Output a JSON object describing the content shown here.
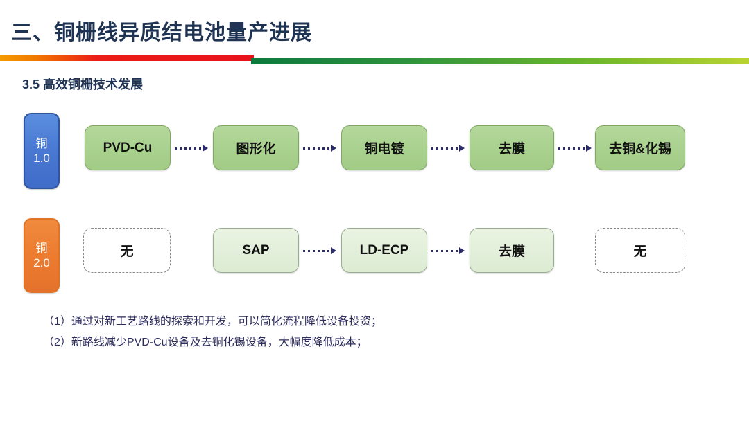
{
  "slide": {
    "title": "三、铜栅线异质结电池量产进展",
    "subtitle": "3.5 高效铜栅技术发展",
    "title_color": "#1f3353",
    "divider": {
      "warm_colors": [
        "#f59a00",
        "#ec1c16"
      ],
      "green_colors": [
        "#0c7a3d",
        "#b9d430"
      ]
    }
  },
  "flows": [
    {
      "id": "cu-1-0",
      "badge": {
        "line1": "铜",
        "line2": "1.0",
        "color": "#4a7ad4",
        "border_color": "#2f55a0"
      },
      "steps": [
        {
          "label": "PVD-Cu",
          "style": "green-dark",
          "arrow_after": true
        },
        {
          "label": "图形化",
          "style": "green-dark",
          "arrow_after": true
        },
        {
          "label": "铜电镀",
          "style": "green-dark",
          "arrow_after": true
        },
        {
          "label": "去膜",
          "style": "green-dark",
          "arrow_after": true
        },
        {
          "label": "去铜&化锡",
          "style": "green-dark",
          "arrow_after": false
        }
      ]
    },
    {
      "id": "cu-2-0",
      "badge": {
        "line1": "铜",
        "line2": "2.0",
        "color": "#ed7d31",
        "border_color": "#df7326"
      },
      "steps": [
        {
          "label": "无",
          "style": "dashed",
          "arrow_after": false
        },
        {
          "label": "SAP",
          "style": "green-light",
          "arrow_after": true
        },
        {
          "label": "LD-ECP",
          "style": "green-light",
          "arrow_after": true
        },
        {
          "label": "去膜",
          "style": "green-light",
          "arrow_after": false
        },
        {
          "label": "无",
          "style": "dashed",
          "arrow_after": false
        }
      ]
    }
  ],
  "notes": [
    "（1）通过对新工艺路线的探索和开发，可以简化流程降低设备投资；",
    "（2）新路线减少PVD-Cu设备及去铜化锡设备，大幅度降低成本；"
  ]
}
